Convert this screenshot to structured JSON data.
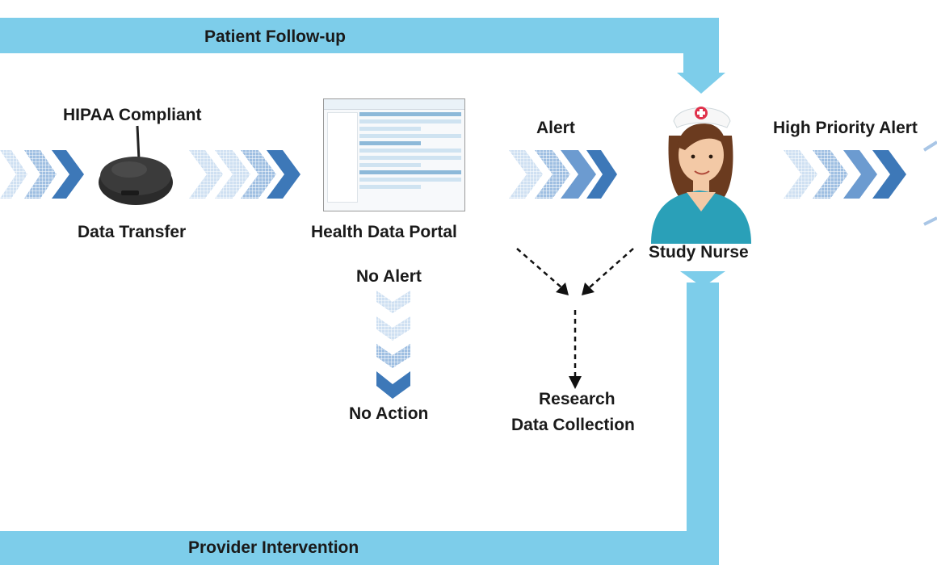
{
  "labels": {
    "patient_follow_up": "Patient Follow-up",
    "hipaa_compliant": "HIPAA Compliant",
    "data_transfer": "Data Transfer",
    "health_data_portal": "Health Data Portal",
    "alert": "Alert",
    "high_priority_alert": "High Priority Alert",
    "study_nurse": "Study Nurse",
    "no_alert": "No Alert",
    "no_action": "No Action",
    "research_line1": "Research",
    "research_line2": "Data Collection",
    "provider_intervention": "Provider Intervention"
  },
  "colors": {
    "band": "#7dcdea",
    "chevron_dark": "#3d78b8",
    "chevron_mid": "#6c9bd0",
    "chevron_light": "#a9c6e6",
    "nurse_scrubs": "#2aa0b8",
    "nurse_hair": "#6b3b1f",
    "cross_red": "#e0324b"
  }
}
